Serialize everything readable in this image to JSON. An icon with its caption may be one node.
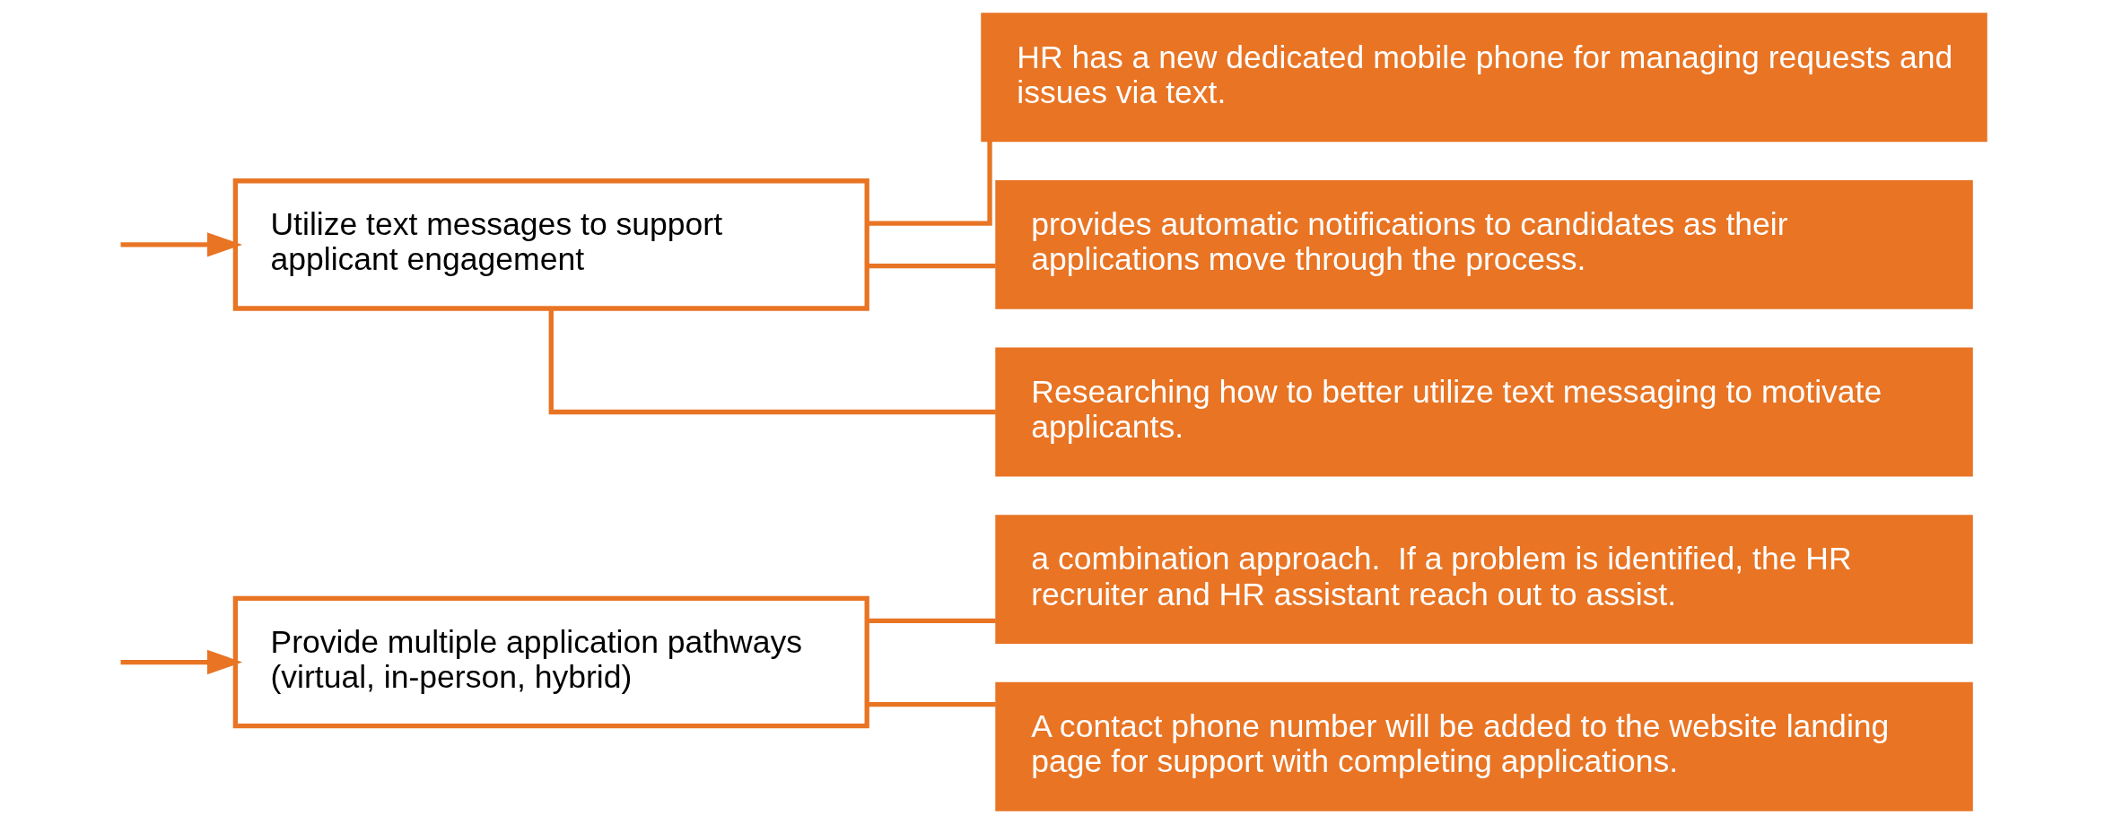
{
  "diagram": {
    "nodes": [
      {
        "text": [
          "a combination approach.  If a problem is identified, the HR recruiter and HR assistant reach out to assist."
        ]
      },
      {
        "text": [
          "Provide multiple application pathways (virtual, in-person, hybrid)"
        ]
      },
      {
        "text": [
          "A contact phone number will be added to the website landing page for support with completing applications."
        ]
      },
      {
        "text": [
          "Utilize text messages to support applicant engagement"
        ]
      },
      {
        "text": [
          "HR has a new dedicated mobile phone for managing requests and issues via text."
        ]
      },
      {
        "text": [
          "provides automatic notifications to candidates as their applications move through the process."
        ]
      },
      {
        "text": [
          "Researching how to better utilize text messaging to motivate applicants."
        ]
      }
    ],
    "edges": [
      {
        "from": null,
        "to": 1,
        "arrow": "to"
      },
      {
        "from": 1,
        "to": 0,
        "arrow": "none"
      },
      {
        "from": 1,
        "to": 2,
        "arrow": "none"
      },
      {
        "from": null,
        "to": 3,
        "arrow": "to"
      },
      {
        "from": 3,
        "to": 4,
        "arrow": "none"
      },
      {
        "from": 3,
        "to": 5,
        "arrow": "none"
      },
      {
        "from": 3,
        "to": 6,
        "arrow": "none"
      }
    ]
  }
}
